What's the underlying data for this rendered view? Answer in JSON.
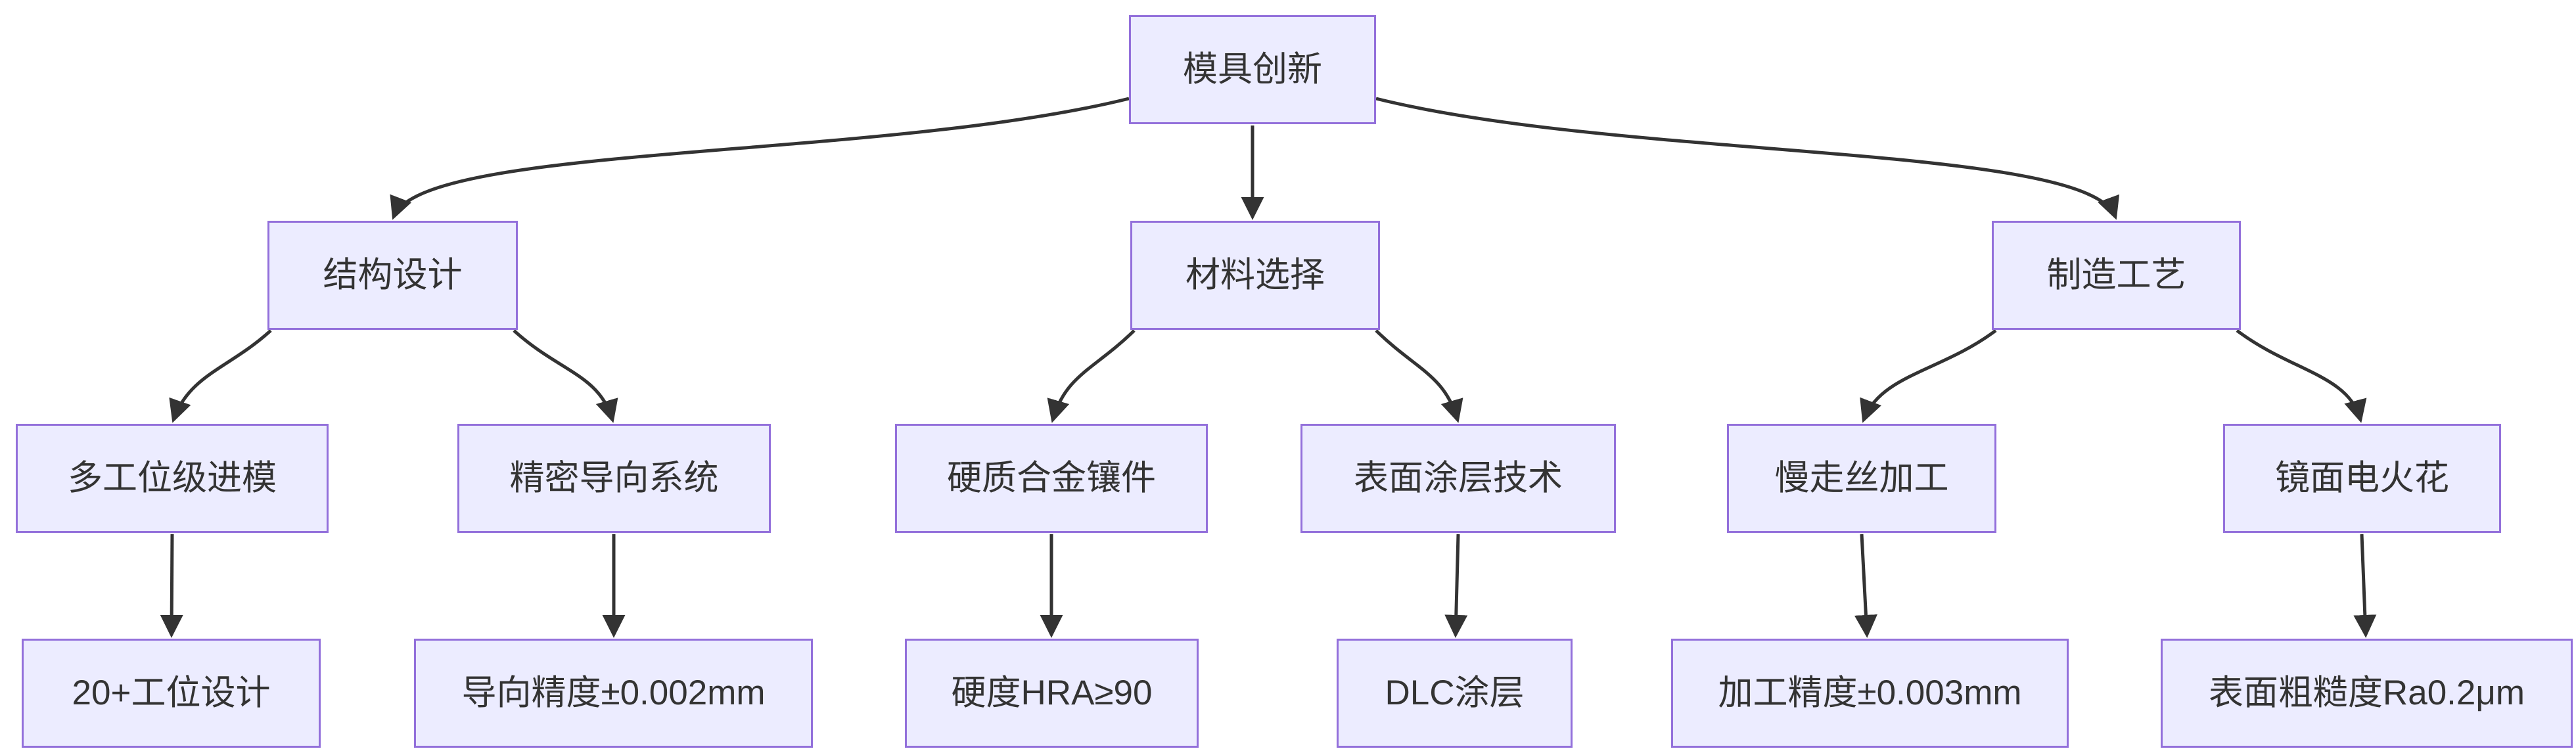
{
  "diagram": {
    "type": "flowchart",
    "direction": "top-down",
    "title_node": "模具创新",
    "nodes": {
      "root": {
        "label": "模具创新"
      },
      "design": {
        "label": "结构设计"
      },
      "material": {
        "label": "材料选择"
      },
      "process": {
        "label": "制造工艺"
      },
      "multi_station": {
        "label": "多工位级进模"
      },
      "guide_system": {
        "label": "精密导向系统"
      },
      "carbide_insert": {
        "label": "硬质合金镶件"
      },
      "coating_tech": {
        "label": "表面涂层技术"
      },
      "wire_edm": {
        "label": "慢走丝加工"
      },
      "mirror_edm": {
        "label": "镜面电火花"
      },
      "station_design": {
        "label": "20+工位设计"
      },
      "guide_precision": {
        "label": "导向精度±0.002mm"
      },
      "hardness": {
        "label": "硬度HRA≥90"
      },
      "dlc_coating": {
        "label": "DLC涂层"
      },
      "machining_precision": {
        "label": "加工精度±0.003mm"
      },
      "surface_roughness": {
        "label": "表面粗糙度Ra0.2μm"
      }
    },
    "edges": [
      {
        "from": "root",
        "to": "design"
      },
      {
        "from": "root",
        "to": "material"
      },
      {
        "from": "root",
        "to": "process"
      },
      {
        "from": "design",
        "to": "multi_station"
      },
      {
        "from": "design",
        "to": "guide_system"
      },
      {
        "from": "material",
        "to": "carbide_insert"
      },
      {
        "from": "material",
        "to": "coating_tech"
      },
      {
        "from": "process",
        "to": "wire_edm"
      },
      {
        "from": "process",
        "to": "mirror_edm"
      },
      {
        "from": "multi_station",
        "to": "station_design"
      },
      {
        "from": "guide_system",
        "to": "guide_precision"
      },
      {
        "from": "carbide_insert",
        "to": "hardness"
      },
      {
        "from": "coating_tech",
        "to": "dlc_coating"
      },
      {
        "from": "wire_edm",
        "to": "machining_precision"
      },
      {
        "from": "mirror_edm",
        "to": "surface_roughness"
      }
    ],
    "colors": {
      "node_fill": "#ECECFF",
      "node_border": "#9370DB",
      "node_text": "#333333",
      "edge": "#333333",
      "background": "#FFFFFF"
    }
  }
}
